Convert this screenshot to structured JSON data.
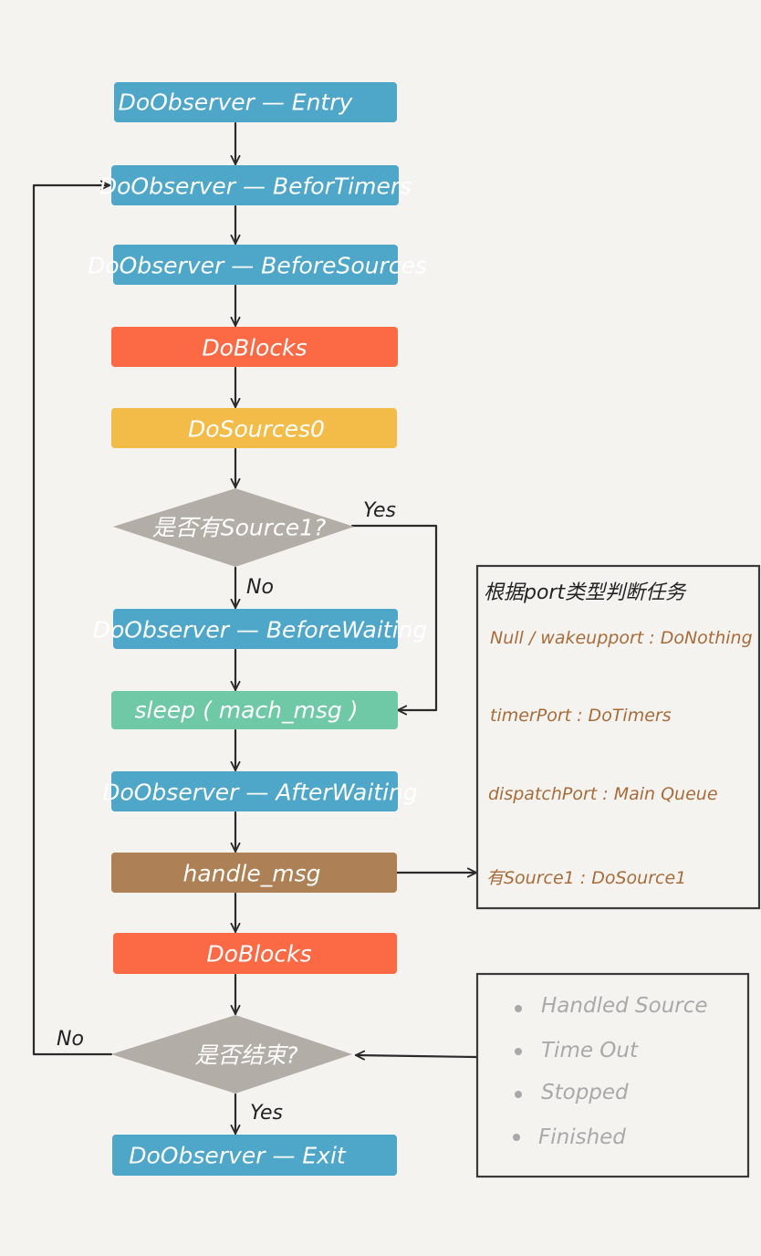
{
  "colors": {
    "blue": "#4ea6c9",
    "red": "#fb6a45",
    "yellow": "#f3bb48",
    "gray": "#b2ada6",
    "green": "#6fc8a6",
    "brown": "#ad8055",
    "port_text": "#a86c3a",
    "reason_text": "#a9a9a9"
  },
  "nodes": {
    "entry": "DoObserver — Entry",
    "before_timers": "DoObserver — BeforTimers",
    "before_sources": "DoObserver — BeforeSources",
    "do_blocks_1": "DoBlocks",
    "do_sources0": "DoSources0",
    "has_source1": "是否有Source1?",
    "before_waiting": "DoObserver — BeforeWaiting",
    "sleep": "sleep ( mach_msg )",
    "after_waiting": "DoObserver — AfterWaiting",
    "handle_msg": "handle_msg",
    "do_blocks_2": "DoBlocks",
    "is_finished": "是否结束?",
    "exit": "DoObserver — Exit"
  },
  "edge_labels": {
    "source1_yes": "Yes",
    "source1_no": "No",
    "finished_no": "No",
    "finished_yes": "Yes"
  },
  "port_panel": {
    "title": "根据port类型判断任务",
    "items": [
      "Null / wakeupport : DoNothing",
      "timerPort : DoTimers",
      "dispatchPort : Main Queue",
      "有Source1 : DoSource1"
    ]
  },
  "exit_reasons": {
    "items": [
      "Handled Source",
      "Time Out",
      "Stopped",
      "Finished"
    ]
  }
}
